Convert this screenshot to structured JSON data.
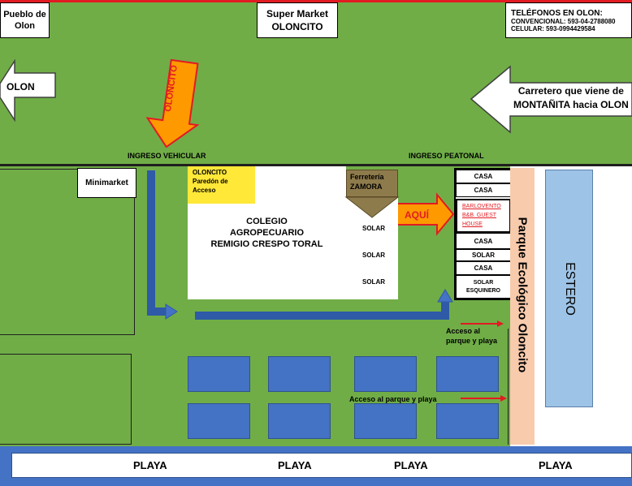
{
  "header": {
    "pueblo": "Pueblo de Olon",
    "supermarket_line1": "Super Market",
    "supermarket_line2": "OLONCITO",
    "phones_title": "TELÉFONOS EN OLON:",
    "phone_conv": "CONVENCIONAL: 593-04-2788080",
    "phone_cel": "CELULAR: 593-0994429584"
  },
  "road": {
    "left_arrow": "OLON",
    "right_arrow_line1": "Carretero que viene de",
    "right_arrow_line2": "MONTAÑITA hacia OLON",
    "oloncito_arrow": "OLONCITO",
    "ingreso_vehicular": "INGRESO VEHICULAR",
    "ingreso_peatonal": "INGRESO PEATONAL"
  },
  "blocks": {
    "minimarket": "Minimarket",
    "oloncito_pared_line1": "OLONCITO",
    "oloncito_pared_line2": "Paredón de",
    "oloncito_pared_line3": "Acceso",
    "colegio_line1": "COLEGIO",
    "colegio_line2": "AGROPECUARIO",
    "colegio_line3": "REMIGIO CRESPO TORAL",
    "ferreteria_line1": "Ferretería",
    "ferreteria_line2": "ZAMORA",
    "solar": "SOLAR",
    "aqui": "AQUÍ",
    "casa": "CASA",
    "barlovento_line1": "BARLOVENTO",
    "barlovento_line2": "B&B. GUEST",
    "barlovento_line3": "HOUSE",
    "solar_esquinero_line1": "SOLAR",
    "solar_esquinero_line2": "ESQUINERO",
    "parque": "Parque Ecológico Oloncito",
    "estero": "ESTERO",
    "acceso_1_line1": "Acceso al",
    "acceso_1_line2": "parque y playa",
    "acceso_2": "Acceso al parque y playa"
  },
  "beach": {
    "playa": "PLAYA"
  },
  "colors": {
    "grass": "#70ad47",
    "water": "#4472c4",
    "yellow": "#ffe838",
    "orange_arrow": "#ff9900",
    "ferreteria": "#8e7b4c",
    "parque": "#f8cbad",
    "red_border": "#e21b22"
  }
}
